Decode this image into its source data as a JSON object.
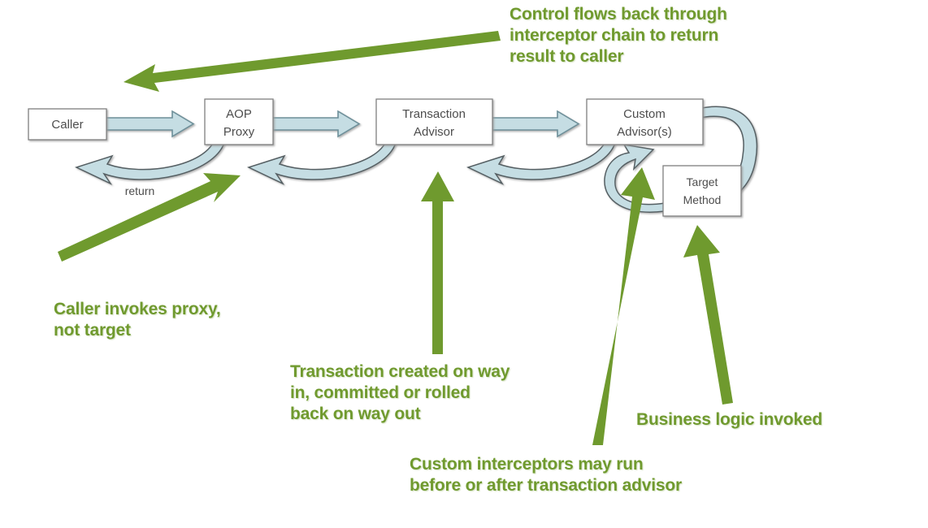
{
  "diagram": {
    "title": "Spring AOP proxy interceptor chain",
    "colors": {
      "annotation_green": "#6f9a2e",
      "flow_blue_fill": "#c5dde3",
      "flow_blue_stroke": "#6d8f99",
      "box_stroke": "#808080",
      "box_fill": "#ffffff",
      "label_text": "#4d4d4d",
      "background": "#ffffff"
    },
    "nodes": [
      {
        "id": "caller",
        "label": "Caller",
        "lines": [
          "Caller"
        ]
      },
      {
        "id": "aop-proxy",
        "label": "AOP Proxy",
        "lines": [
          "AOP",
          "Proxy"
        ]
      },
      {
        "id": "tx-advisor",
        "label": "Transaction Advisor",
        "lines": [
          "Transaction",
          "Advisor"
        ]
      },
      {
        "id": "custom-advisor",
        "label": "Custom Advisor(s)",
        "lines": [
          "Custom",
          "Advisor(s)"
        ]
      },
      {
        "id": "target-method",
        "label": "Target Method",
        "lines": [
          "Target",
          "Method"
        ]
      }
    ],
    "edge_labels": [
      {
        "id": "return",
        "text": "return"
      }
    ],
    "annotations": [
      {
        "id": "control-flows-back",
        "lines": [
          "Control flows back through",
          "interceptor chain to return",
          "result to caller"
        ]
      },
      {
        "id": "caller-invokes-proxy",
        "lines": [
          "Caller invokes proxy,",
          "not target"
        ]
      },
      {
        "id": "transaction-created",
        "lines": [
          "Transaction created on way",
          "in, committed or rolled",
          "back on way out"
        ]
      },
      {
        "id": "custom-interceptors",
        "lines": [
          "Custom interceptors may run",
          "before or after transaction advisor"
        ]
      },
      {
        "id": "business-logic",
        "lines": [
          "Business logic invoked"
        ]
      }
    ]
  }
}
